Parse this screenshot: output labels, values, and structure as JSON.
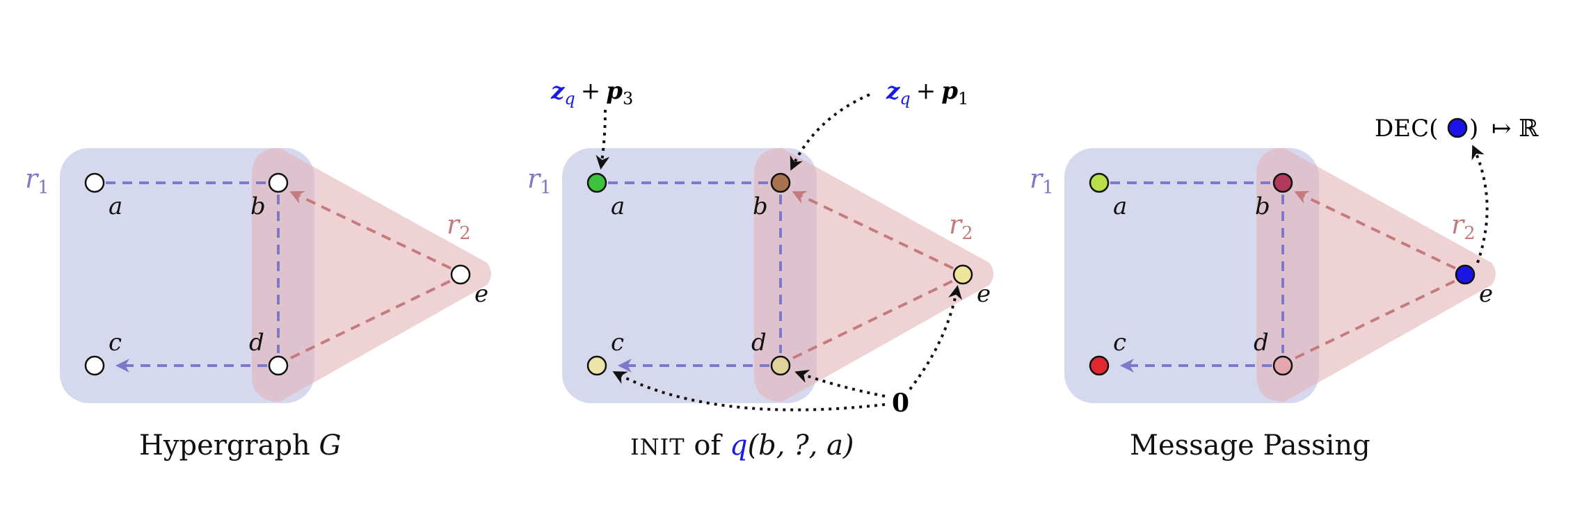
{
  "colors": {
    "r1_fill": "#c8cbe8",
    "r2_fill": "#e9c4c6",
    "r1_edge": "#7f77c8",
    "r2_edge": "#c47b7e",
    "query_blue": "#1a1ae6"
  },
  "panels": [
    {
      "caption_main": "Hypergraph",
      "caption_var": "G",
      "r1_label": "r",
      "r1_sub": "1",
      "r2_label": "r",
      "r2_sub": "2",
      "nodes": [
        {
          "label": "a",
          "fill": "#ffffff"
        },
        {
          "label": "b",
          "fill": "#ffffff"
        },
        {
          "label": "c",
          "fill": "#ffffff"
        },
        {
          "label": "d",
          "fill": "#ffffff"
        },
        {
          "label": "e",
          "fill": "#ffffff"
        }
      ]
    },
    {
      "caption_sc": "INIT",
      "caption_of": "of",
      "caption_q": "q",
      "caption_args": "(b, ?, a)",
      "r1_label": "r",
      "r1_sub": "1",
      "r2_label": "r",
      "r2_sub": "2",
      "nodes": [
        {
          "label": "a",
          "fill": "#3dc23d"
        },
        {
          "label": "b",
          "fill": "#a87450"
        },
        {
          "label": "c",
          "fill": "#ece4a8"
        },
        {
          "label": "d",
          "fill": "#e1d19a"
        },
        {
          "label": "e",
          "fill": "#f0e39a"
        }
      ],
      "ann_a_z": "z",
      "ann_a_zsub": "q",
      "ann_a_plus": "+",
      "ann_a_p": "p",
      "ann_a_psub": "3",
      "ann_b_z": "z",
      "ann_b_zsub": "q",
      "ann_b_plus": "+",
      "ann_b_p": "p",
      "ann_b_psub": "1",
      "zero": "0"
    },
    {
      "caption_main": "Message Passing",
      "r1_label": "r",
      "r1_sub": "1",
      "r2_label": "r",
      "r2_sub": "2",
      "nodes": [
        {
          "label": "a",
          "fill": "#b8df4a"
        },
        {
          "label": "b",
          "fill": "#b03a5c"
        },
        {
          "label": "c",
          "fill": "#e0282e"
        },
        {
          "label": "d",
          "fill": "#e5a6ad"
        },
        {
          "label": "e",
          "fill": "#1a14e6"
        }
      ],
      "dec_text": "DEC(",
      "dec_close": ")",
      "dec_map": "↦ ℝ"
    }
  ]
}
